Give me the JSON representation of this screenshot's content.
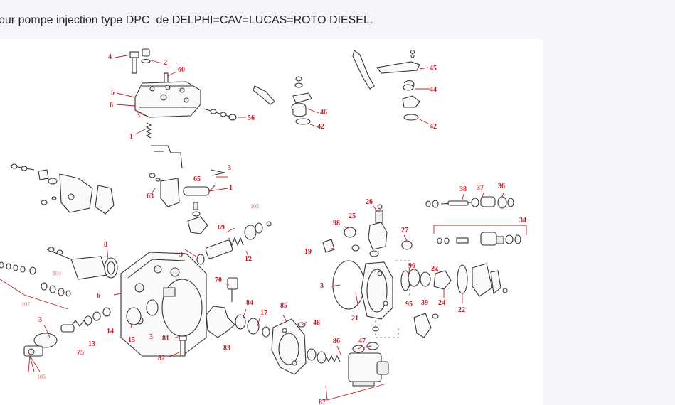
{
  "caption": "our pompe injection type DPC  de DELPHI=CAV=LUCAS=ROTO DIESEL.",
  "diagram": {
    "labels": [
      "4",
      "2",
      "60",
      "5",
      "6",
      "3",
      "1",
      "56",
      "46",
      "42",
      "45",
      "44",
      "42",
      "3",
      "65",
      "1",
      "63",
      "105",
      "69",
      "12",
      "3",
      "25",
      "26",
      "98",
      "27",
      "38",
      "37",
      "36",
      "34",
      "19",
      "8",
      "3",
      "104",
      "6",
      "107",
      "70",
      "96",
      "23",
      "95",
      "39",
      "24",
      "22",
      "21",
      "84",
      "17",
      "85",
      "48",
      "3",
      "14",
      "13",
      "15",
      "3",
      "81",
      "82",
      "75",
      "83",
      "86",
      "47",
      "105",
      "87"
    ]
  }
}
